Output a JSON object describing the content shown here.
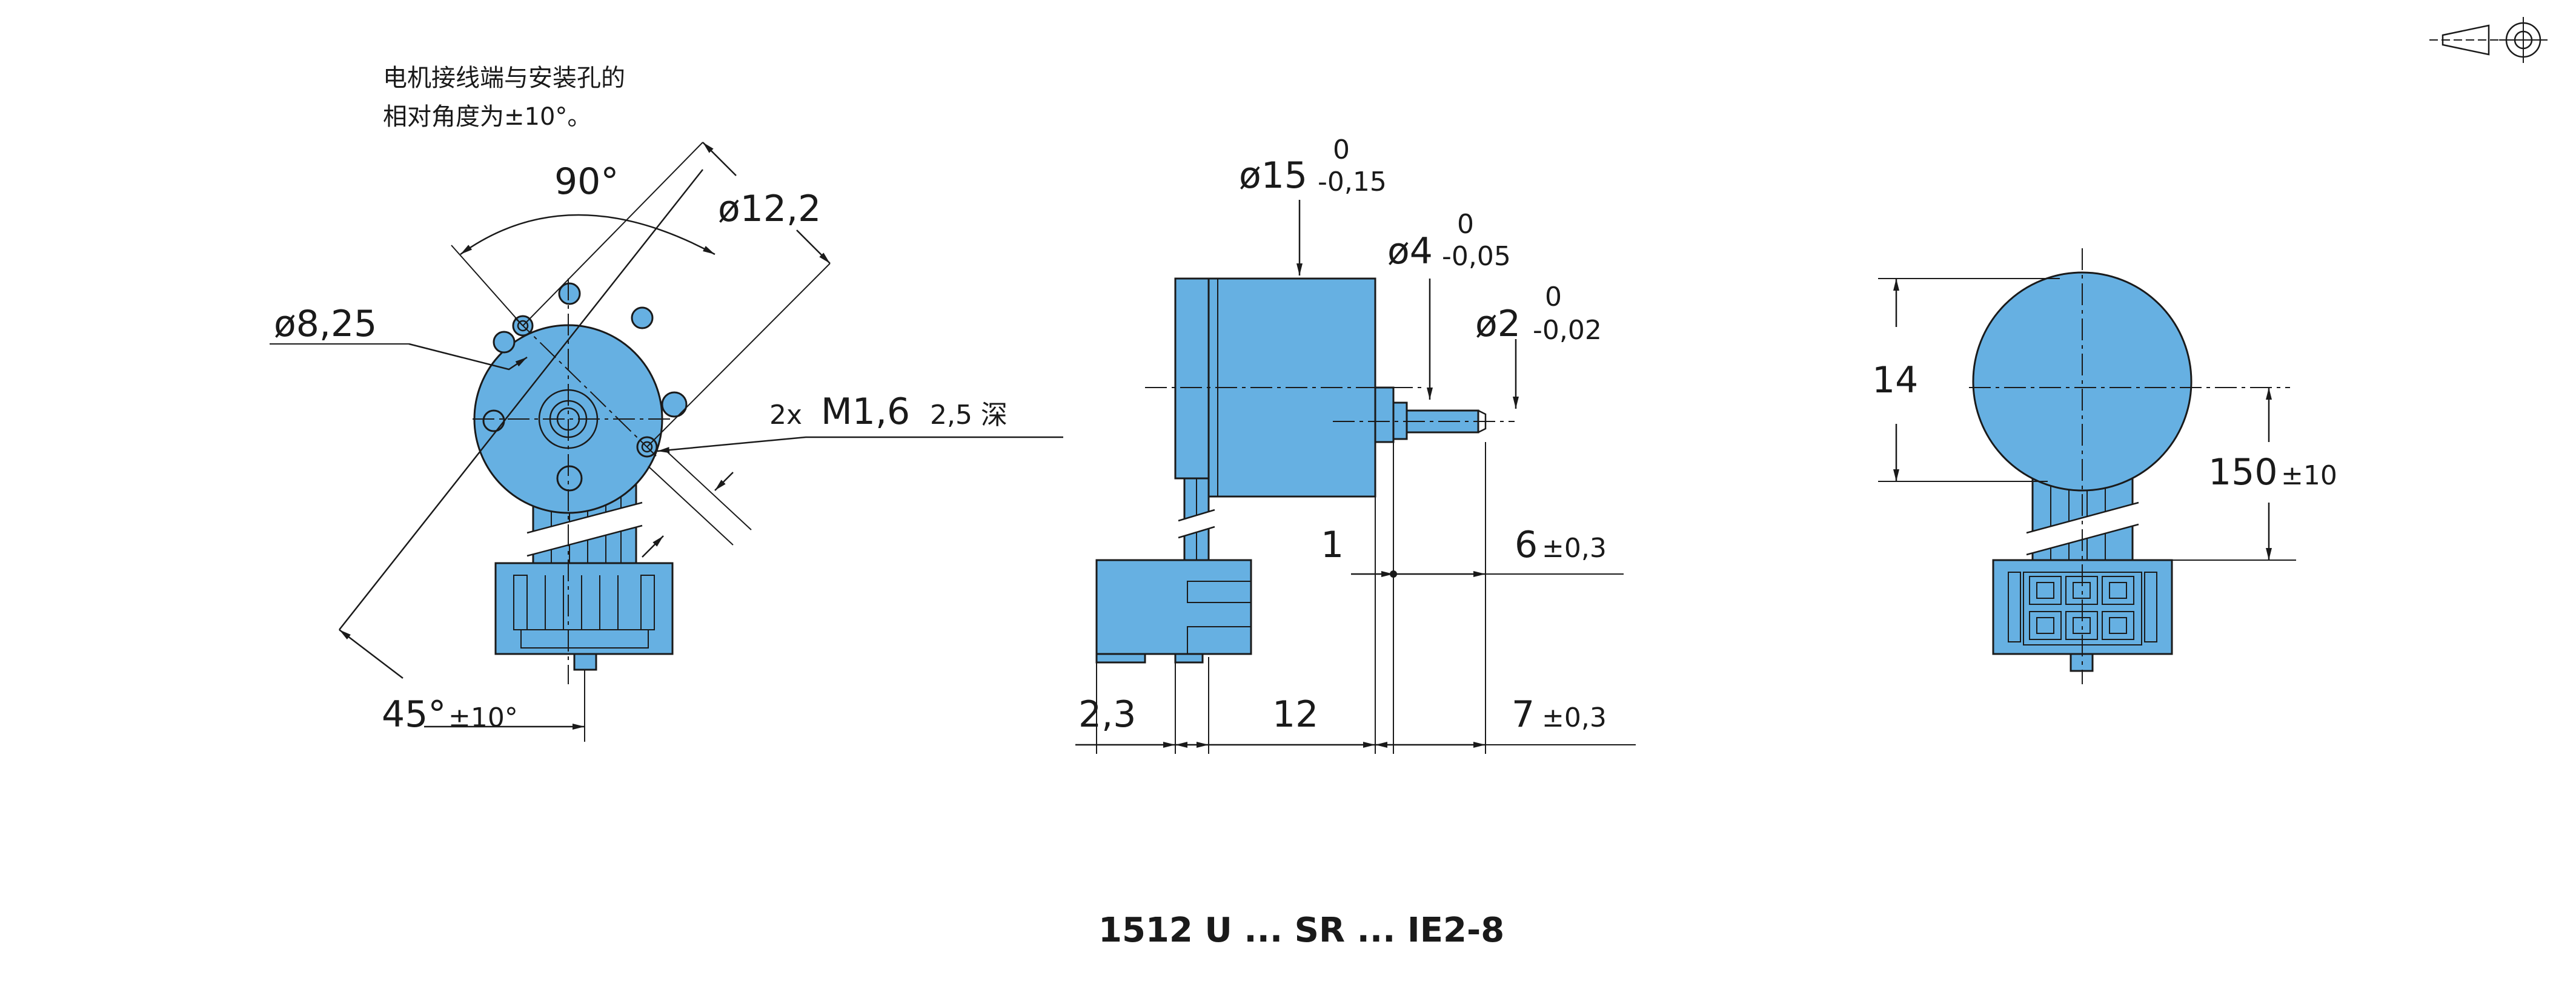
{
  "title": "1512 U ... SR ... IE2-8",
  "note_line1": "电机接线端与安装孔的",
  "note_line2": "相对角度为±10°。",
  "front_view": {
    "angle_90": "90°",
    "dia_12_2": "ø12,2",
    "dia_8_25": "ø8,25",
    "thread_prefix": "2x",
    "thread": "M1,6",
    "thread_depth": "2,5 深",
    "angle_45": "45°",
    "angle_45_tol": "±10°"
  },
  "side_view": {
    "dia_15": "ø15",
    "dia_15_upper": "0",
    "dia_15_lower": "-0,15",
    "dia_4": "ø4",
    "dia_4_upper": "0",
    "dia_4_lower": "-0,05",
    "dia_2": "ø2",
    "dia_2_upper": "0",
    "dia_2_lower": "-0,02",
    "dim_1": "1",
    "dim_6": "6",
    "dim_6_tol": "±0,3",
    "dim_2_3": "2,3",
    "dim_12": "12",
    "dim_7": "7",
    "dim_7_tol": "±0,3"
  },
  "rear_view": {
    "dim_14": "14",
    "dim_150": "150",
    "dim_150_tol": "±10"
  },
  "colors": {
    "part_fill": "#66b0e2",
    "line": "#1a1a1a"
  },
  "icons": {
    "projection_symbol": "first-angle-projection-icon"
  }
}
